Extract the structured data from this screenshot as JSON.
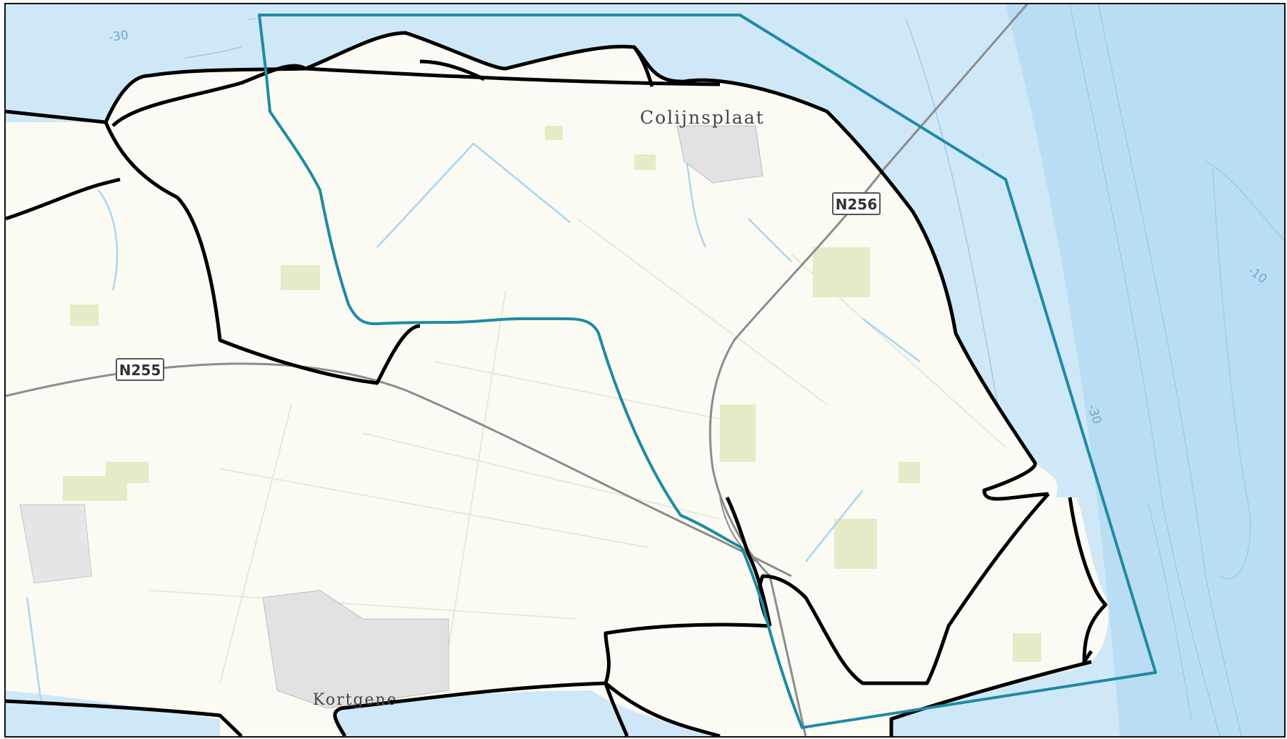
{
  "map": {
    "colors": {
      "water": "#cfe8f7",
      "deep_water": "#b9def3",
      "land": "#fbfbf3",
      "field": "#e4ecc8",
      "boundary": "#000000",
      "highlight": "#1f8aa4",
      "road": "#8c8c8c",
      "ditch": "#a9d6ef"
    },
    "places": {
      "colijnsplaat": "Colijnsplaat",
      "kortgene": "Kortgene"
    },
    "roads": {
      "n255": "N255",
      "n256": "N256"
    },
    "depth_contours": {
      "top_left": "-30",
      "right_a": "-10",
      "right_b": "-30"
    }
  }
}
